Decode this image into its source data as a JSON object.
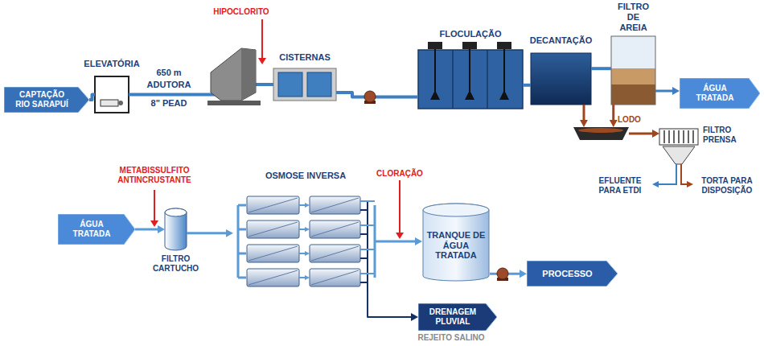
{
  "diagram": {
    "nodes": [
      {
        "text": [
          "CAPTAÇÃO RIO SARAPUÍ"
        ]
      },
      {
        "text": [
          "ELEVATÓRIA"
        ]
      },
      {
        "text": [
          "CISTERNAS"
        ]
      },
      {
        "text": [
          "FLOCULAÇÃO"
        ]
      },
      {
        "text": [
          "DECANTAÇÃO"
        ]
      },
      {
        "text": [
          "FILTRO DE AREIA"
        ]
      },
      {
        "text": [
          "ÁGUA TRATADA"
        ]
      },
      {
        "text": [
          "LODO"
        ]
      },
      {
        "text": [
          "FILTRO PRENSA"
        ]
      },
      {
        "text": [
          "ÁGUA TRATADA"
        ]
      },
      {
        "text": [
          "FILTRO CARTUCHO"
        ]
      },
      {
        "text": [
          "OSMOSE INVERSA"
        ]
      },
      {
        "text": [
          "TRANQUE DE ÁGUA TRATADA"
        ]
      },
      {
        "text": [
          "PROCESSO"
        ]
      },
      {
        "text": [
          "DRENAGEM PLUVIAL"
        ]
      }
    ],
    "edges": [
      {
        "from": 0,
        "to": 1,
        "arrow": "none"
      },
      {
        "from": 1,
        "to": 2,
        "arrow": "none"
      },
      {
        "from": 2,
        "to": 3,
        "arrow": "none"
      },
      {
        "from": 3,
        "to": 4,
        "arrow": "none"
      },
      {
        "from": 4,
        "to": 5,
        "arrow": "none"
      },
      {
        "from": 5,
        "to": 6,
        "arrow": "to"
      },
      {
        "from": 4,
        "to": 7,
        "arrow": "to"
      },
      {
        "from": 5,
        "to": 7,
        "arrow": "to"
      },
      {
        "from": 7,
        "to": 8,
        "arrow": "to"
      },
      {
        "from": 9,
        "to": 10,
        "arrow": "to"
      },
      {
        "from": 10,
        "to": 11,
        "arrow": "to"
      },
      {
        "from": 11,
        "to": 12,
        "arrow": "to"
      },
      {
        "from": 12,
        "to": 13,
        "arrow": "to"
      },
      {
        "from": 11,
        "to": 14,
        "arrow": "to"
      }
    ],
    "labels": [
      "HIPOCLORITO",
      "650 m",
      "ADUTORA",
      "8\" PEAD",
      "METABISSULFITO ANTINCRUSTANTE",
      "CLORAÇÃO",
      "EFLUENTE PARA ETDI",
      "TORTA PARA DISPOSIÇÃO",
      "REJEITO SALINO"
    ]
  }
}
